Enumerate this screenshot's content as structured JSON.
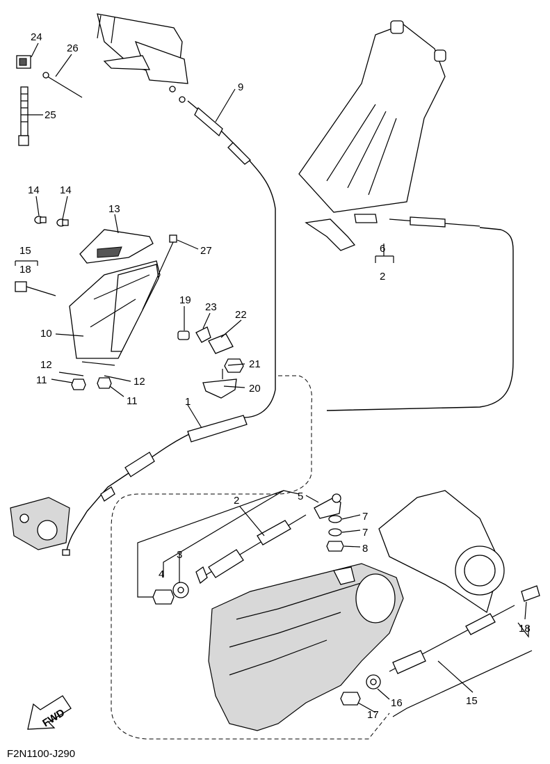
{
  "diagram": {
    "code": "F2N1100-J290",
    "fwd_label": "FWD",
    "callouts": {
      "c1": "1",
      "c2_top": "2",
      "c2_mid": "2",
      "c3": "3",
      "c4": "4",
      "c5": "5",
      "c6": "6",
      "c7a": "7",
      "c7b": "7",
      "c8": "8",
      "c9": "9",
      "c10": "10",
      "c11a": "11",
      "c11b": "11",
      "c12a": "12",
      "c12b": "12",
      "c13": "13",
      "c14a": "14",
      "c14b": "14",
      "c15_top": "15",
      "c15_bottom": "15",
      "c16": "16",
      "c17": "17",
      "c18_top": "18",
      "c18_bottom": "18",
      "c19": "19",
      "c20": "20",
      "c21": "21",
      "c22": "22",
      "c23": "23",
      "c24": "24",
      "c25": "25",
      "c26": "26",
      "c27": "27"
    }
  }
}
